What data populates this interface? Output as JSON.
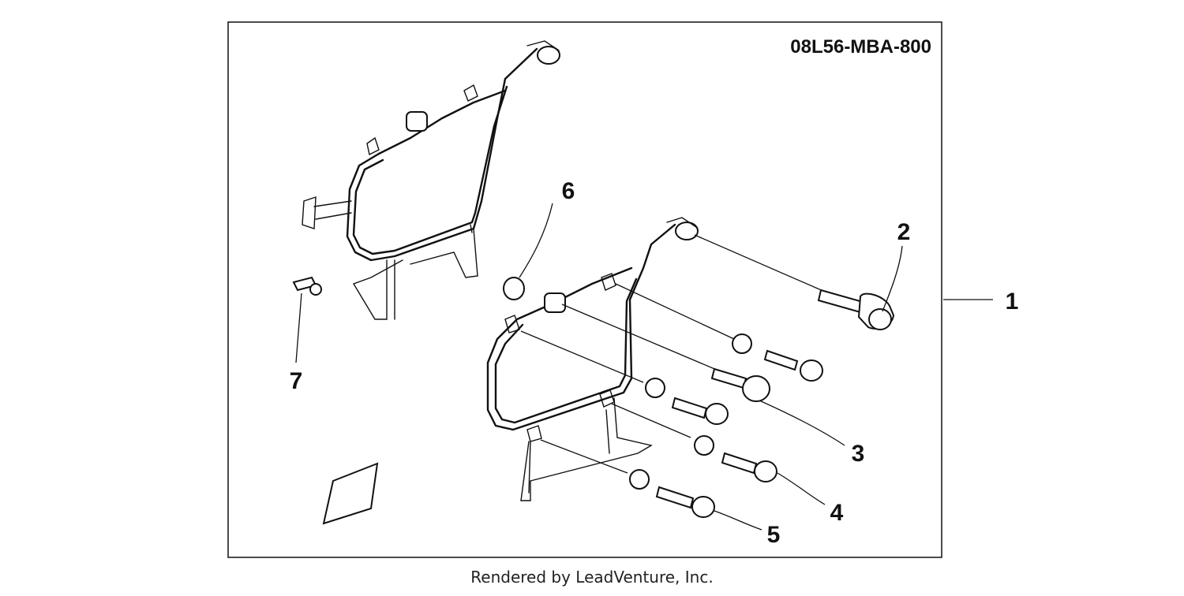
{
  "diagram": {
    "part_number": "08L56-MBA-800",
    "callouts": [
      "1",
      "2",
      "3",
      "4",
      "5",
      "6",
      "7"
    ],
    "footer": "Rendered by LeadVenture, Inc."
  }
}
